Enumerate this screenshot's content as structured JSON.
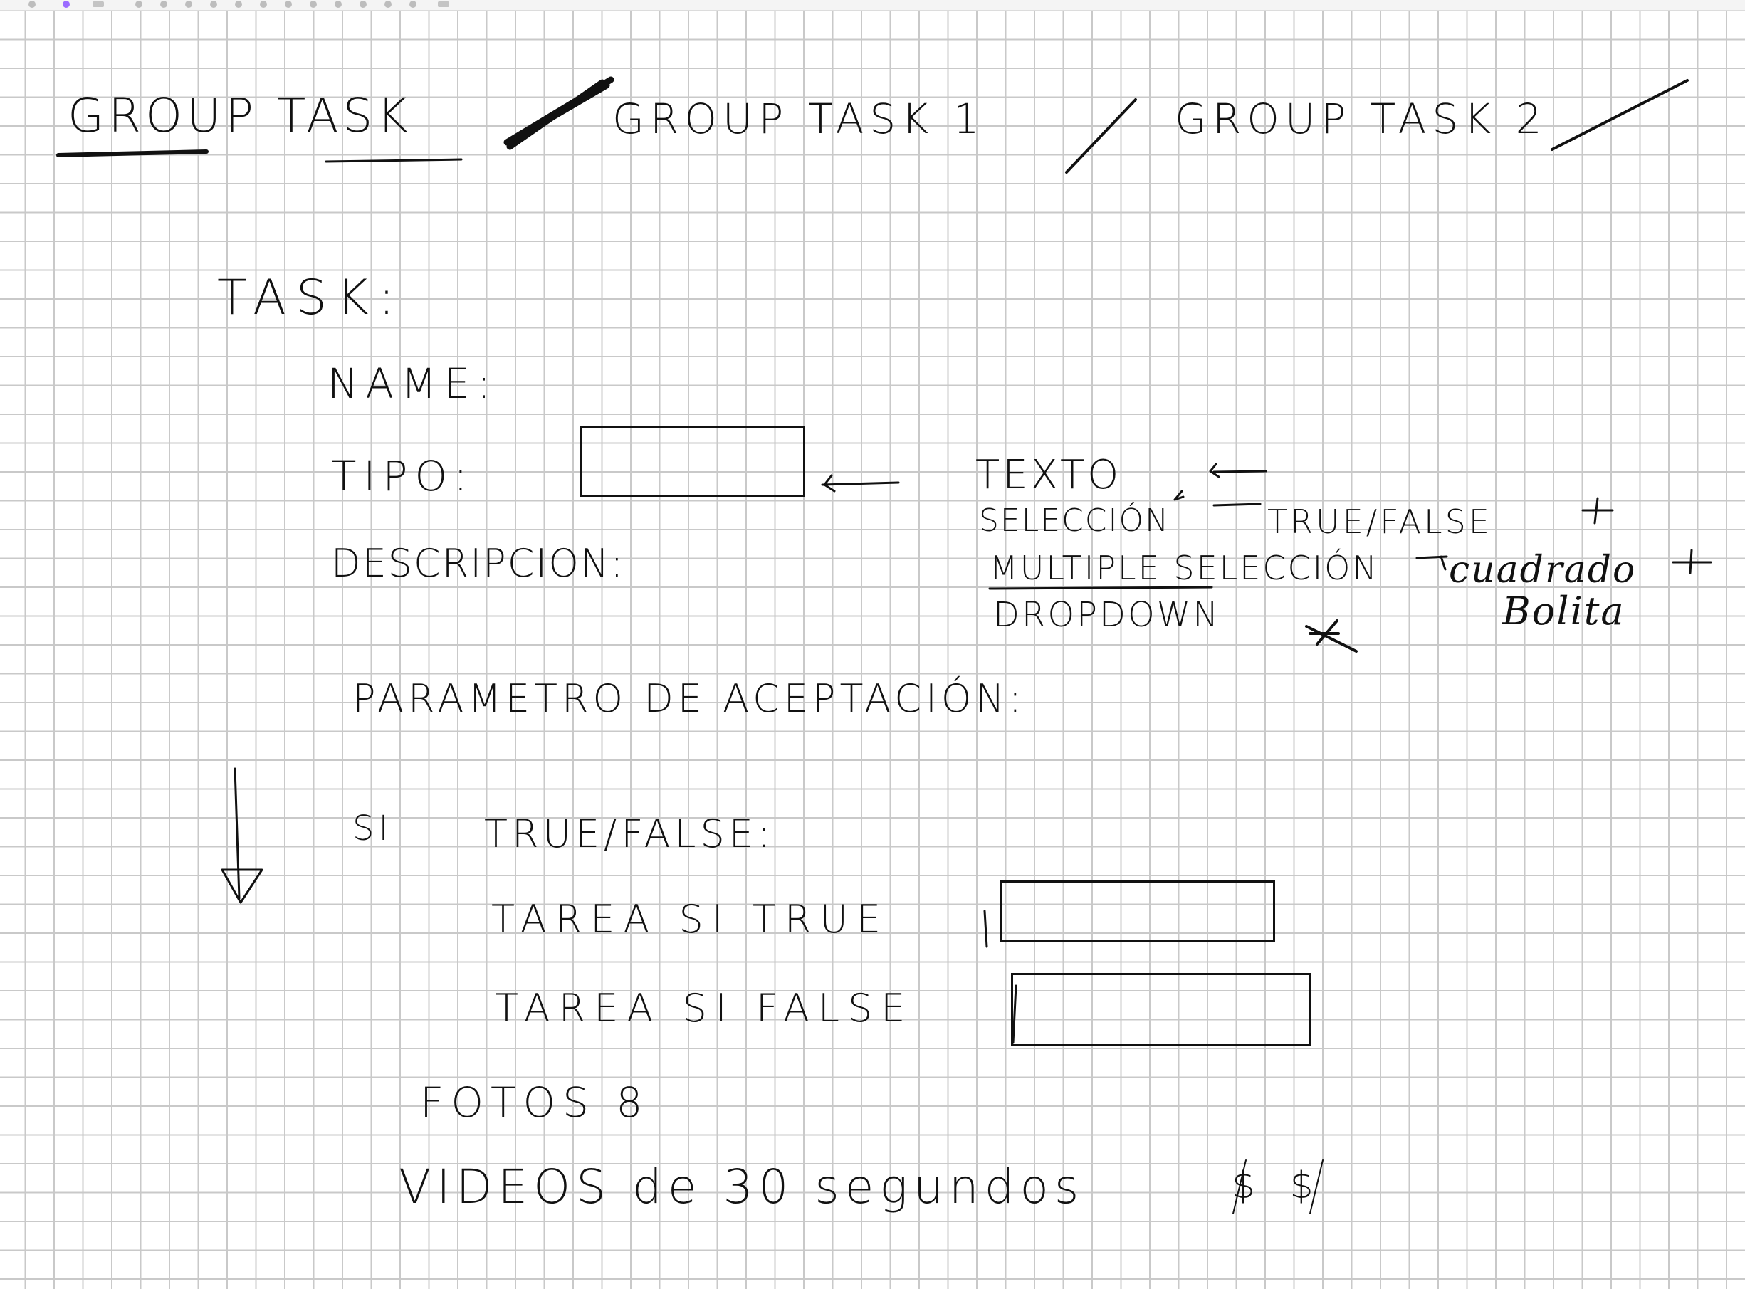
{
  "tabs": {
    "group_task": "GROUP TASK",
    "group_task_1": "GROUP TASK 1",
    "group_task_2": "GROUP TASK 2"
  },
  "form": {
    "task_heading": "TASK:",
    "name_label": "NAME:",
    "tipo_label": "TIPO:",
    "descripcion_label": "DESCRIPCION:",
    "parametro_label": "PARAMETRO DE ACEPTACIÓN:",
    "si_label": "SI",
    "true_false_label": "TRUE/FALSE:",
    "tarea_true_label": "TAREA SI TRUE",
    "tarea_false_label": "TAREA SI FALSE",
    "fotos_label": "FOTOS 8",
    "videos_label": "VIDEOS de 30 segundos",
    "price_marks": "$ $"
  },
  "tipo_options": {
    "texto": "TEXTO",
    "seleccion": "SELECCIÓN",
    "true_false": "TRUE/FALSE",
    "multiple_seleccion": "MULTIPLE SELECCIÓN",
    "dropdown": "DROPDOWN",
    "cuadrado": "cuadrado",
    "bolita": "Bolita"
  },
  "colors": {
    "ink": "#111111",
    "grid": "#c9c9c9",
    "paper": "#ffffff"
  }
}
